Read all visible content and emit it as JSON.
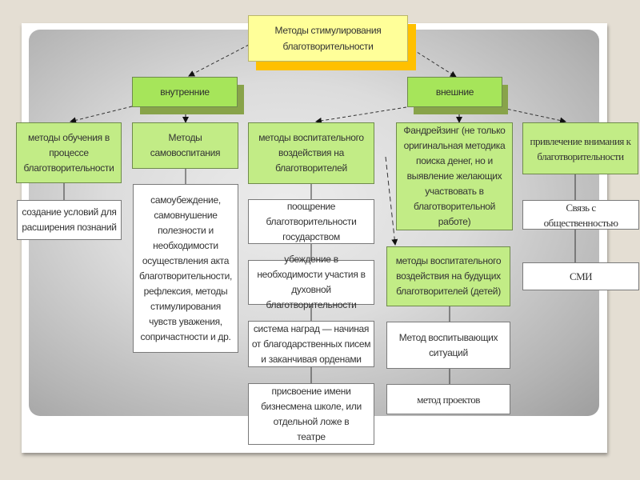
{
  "diagram": {
    "title": "Методы стимулирования благотворительности",
    "categories": {
      "internal": "внутренние",
      "external": "внешние"
    },
    "internal_methods": [
      {
        "label": "методы обучения в процессе благотворительности",
        "children": [
          "создание условий для расширения познаний"
        ]
      },
      {
        "label": "Методы самовоспитания",
        "children": [
          "самоубеждение, самовнушение полезности и необходимости осуществления акта благотворительности, рефлексия, методы стимулирования чувств уважения, сопричастности и др."
        ]
      }
    ],
    "external_methods": [
      {
        "label": "методы воспитательного воздействия на благотворителей",
        "children": [
          "поощрение благотворительности государством",
          "убеждение в необходимости участия в духовной благотворительности",
          "система наград — начиная от благодарственных писем и заканчивая орденами",
          "присвоение имени бизнесмена школе, или отдельной ложе в театре"
        ]
      },
      {
        "label": "Фандрейзинг (не только оригинальная методика поиска денег, но и выявление желающих участвовать в благотворительной работе)",
        "children": []
      },
      {
        "label": "привлечение внимания к благотворительности",
        "children": [
          "Связь с общественностью",
          "СМИ"
        ]
      }
    ],
    "future_methods": {
      "label": "методы воспитательного воздействия на будущих благотворителей (детей)",
      "children": [
        "Метод воспитывающих ситуаций",
        "метод проектов"
      ]
    },
    "colors": {
      "title_fill": "#ffff99",
      "title_shadow": "#ffc000",
      "category_fill": "#a6e55a",
      "method_fill": "#c2ec86",
      "background": "#e4ded3"
    }
  }
}
